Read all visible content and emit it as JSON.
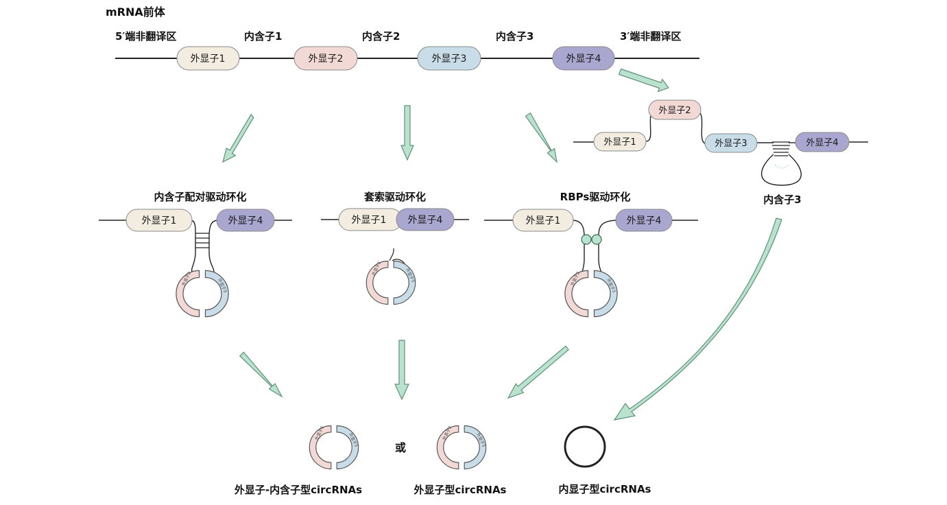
{
  "title": "mRNA前体",
  "pre_mrna": {
    "utr5": "5′端非翻译区",
    "utr3": "3′端非翻译区",
    "introns": [
      "内含子1",
      "内含子2",
      "内含子3"
    ],
    "exons": [
      "外显子1",
      "外显子2",
      "外显子3",
      "外显子4"
    ]
  },
  "intron_retention": {
    "exons": [
      "外显子1",
      "外显子2",
      "外显子3",
      "外显子4"
    ],
    "label": "内含子3"
  },
  "mechanisms": {
    "intron_pairing": {
      "title": "内含子配对驱动环化",
      "exon_left": "外显子1",
      "exon_right": "外显子4",
      "ring_left": "外显子2",
      "ring_right": "外显子3"
    },
    "lariat": {
      "title": "套索驱动环化",
      "exon_left": "外显子1",
      "exon_right": "外显子4",
      "ring_left": "外显子2",
      "ring_right": "外显子3"
    },
    "rbp": {
      "title": "RBPs驱动环化",
      "exon_left": "外显子1",
      "exon_right": "外显子4",
      "ring_left": "外显子2",
      "ring_right": "外显子3"
    }
  },
  "products": {
    "eicirc": {
      "label": "外显子-内含子型circRNAs",
      "ring_left": "外显子2",
      "ring_right": "外显子3"
    },
    "or": "或",
    "ecirc": {
      "label": "外显子型circRNAs",
      "ring_left": "外显子2",
      "ring_right": "外显子3"
    },
    "cirna": {
      "label": "内显子型circRNAs"
    }
  },
  "colors": {
    "exon1": "#f3ece0",
    "exon2": "#f2d9d6",
    "exon3": "#c9dde9",
    "exon4": "#a9a6cf",
    "arrow_fill": "#b9e2cf",
    "arrow_stroke": "#5f8f78",
    "line": "#222222"
  }
}
